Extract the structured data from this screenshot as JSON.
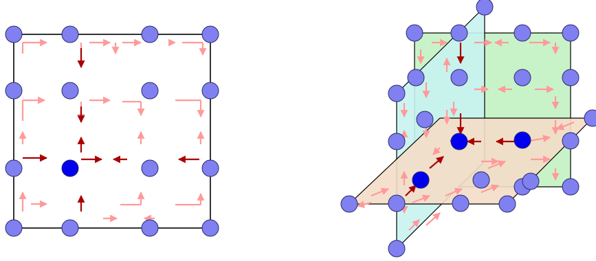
{
  "colors": {
    "background": "#ffffff",
    "node_fill": "#8080f0",
    "node_highlight_fill": "#0000ee",
    "node_stroke": "#2a2a6a",
    "arrow_light": "#ff9a9a",
    "arrow_dark": "#aa0000",
    "frame": "#000000",
    "plane_cyan": "#c8f3f0",
    "plane_green": "#c8f3c8",
    "plane_peach": "#f4ddc8"
  },
  "icons": [
    "lattice-node",
    "flow-arrow",
    "plane-face"
  ],
  "panels": [
    {
      "name": "2d-lattice-panel",
      "grid": "4x4",
      "highlighted_node": "row-2-col-1"
    },
    {
      "name": "3d-lattice-panel",
      "planes": 3,
      "highlighted_nodes": 3
    }
  ]
}
